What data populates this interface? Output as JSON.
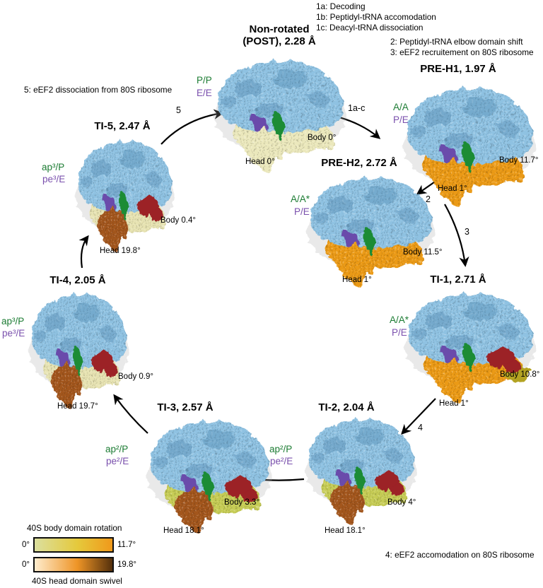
{
  "figure": {
    "annotations": {
      "steps_top": [
        "1a: Decoding",
        "1b: Peptidyl-tRNA accomodation",
        "1c: Deacyl-tRNA dissociation"
      ],
      "steps_right": [
        "2: Peptidyl-tRNA elbow domain shift",
        "3: eEF2 recruitement on 80S ribosome"
      ],
      "step_left": "5: eEF2 dissociation from 80S ribosome",
      "step_bottom": "4: eEF2 accomodation on 80S ribosome"
    },
    "arrow_labels": {
      "s5": "5",
      "s1": "1a-c",
      "s2": "2",
      "s3": "3",
      "s4": "4"
    },
    "states": [
      {
        "id": "post",
        "title_line1": "Non-rotated",
        "title_line2": "(POST), 2.28 Å",
        "trna1": "P/P",
        "trna2": "E/E",
        "body_angle": "Body 0°",
        "head_angle": "Head 0°",
        "map": {
          "body": "#ebe8bc",
          "head": "#ebe8bc",
          "eef2": false,
          "accent": null
        }
      },
      {
        "id": "preh1",
        "title": "PRE-H1, 1.97 Å",
        "trna1": "A/A",
        "trna2": "P/E",
        "body_angle": "Body 11.7°",
        "head_angle": "Head 1°",
        "map": {
          "body": "#eb9a15",
          "head": "#eb9a15",
          "eef2": false,
          "accent": null
        }
      },
      {
        "id": "preh2",
        "title": "PRE-H2, 2.72 Å",
        "trna1": "A/A*",
        "trna2": "P/E",
        "body_angle": "Body 11.5°",
        "head_angle": "Head 1°",
        "map": {
          "body": "#eb9a15",
          "head": "#eb9a15",
          "eef2": false,
          "accent": null
        }
      },
      {
        "id": "ti1",
        "title": "TI-1, 2.71 Å",
        "trna1": "A/A*",
        "trna2": "P/E",
        "body_angle": "Body 10.8°",
        "head_angle": "Head 1°",
        "map": {
          "body": "#eb9a15",
          "head": "#eb9a15",
          "eef2": true,
          "accent": "#b3a323"
        }
      },
      {
        "id": "ti2",
        "title": "TI-2, 2.04 Å",
        "trna1": "ap²/P",
        "trna2": "pe²/E",
        "body_angle": "Body 4°",
        "head_angle": "Head 18.1°",
        "map": {
          "body": "#c6cc55",
          "head": "#a3571f",
          "eef2": true,
          "accent": null
        }
      },
      {
        "id": "ti3",
        "title": "TI-3, 2.57 Å",
        "trna1": "ap²/P",
        "trna2": "pe²/E",
        "body_angle": "Body 3.3°",
        "head_angle": "Head 18.1°",
        "map": {
          "body": "#c6cc55",
          "head": "#a3571f",
          "eef2": true,
          "accent": null
        }
      },
      {
        "id": "ti4",
        "title": "TI-4, 2.05 Å",
        "trna1": "ap³/P",
        "trna2": "pe³/E",
        "body_angle": "Body 0.9°",
        "head_angle": "Head 19.7°",
        "map": {
          "body": "#e7e3b2",
          "head": "#a3571f",
          "eef2": true,
          "accent": null
        }
      },
      {
        "id": "ti5",
        "title": "TI-5, 2.47 Å",
        "trna1": "ap³/P",
        "trna2": "pe³/E",
        "body_angle": "Body 0.4°",
        "head_angle": "Head 19.8°",
        "map": {
          "body": "#e7e3b2",
          "head": "#a3571f",
          "eef2": true,
          "accent": null
        }
      }
    ],
    "legend": {
      "body_title": "40S body domain rotation",
      "head_title": "40S head domain swivel",
      "body_min": "0°",
      "body_max": "11.7°",
      "head_min": "0°",
      "head_max": "19.8°",
      "body_gradient": [
        "#dbdf9e",
        "#e5c93c",
        "#f0991b"
      ],
      "head_gradient": [
        "#feeccd",
        "#ee9426",
        "#54300c"
      ]
    },
    "colors": {
      "green_label": "#1c7c33",
      "purple_label": "#7a50ad",
      "blue_60s": "#8fc2e2",
      "blue_60s_dark": "#4d85ad",
      "trna_green": "#1e8c36",
      "trna_purple": "#6a4bab",
      "eef2_red": "#9c2026",
      "arrow": "#000000"
    }
  }
}
